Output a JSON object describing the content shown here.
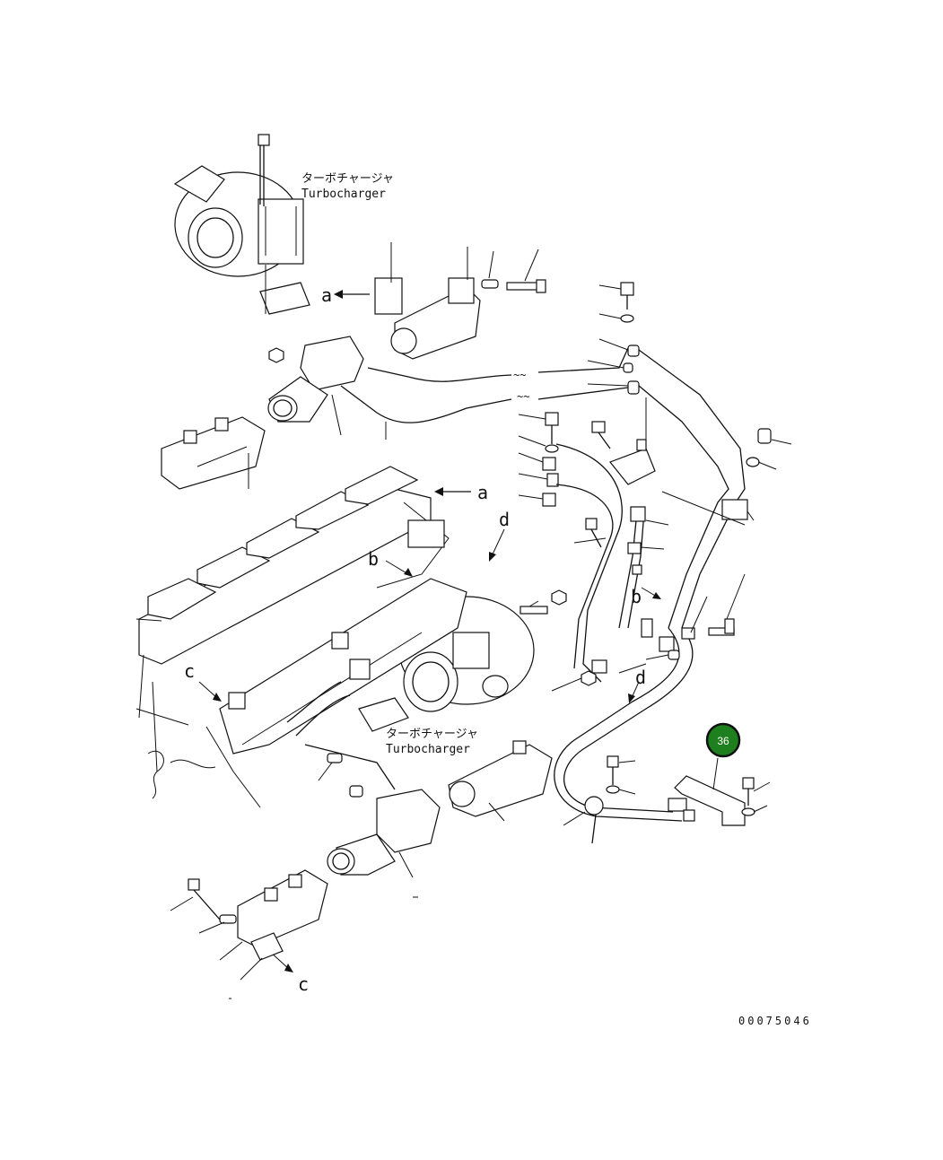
{
  "labels": {
    "turbo_top_jp": "ターボチャージャ",
    "turbo_top_en": "Turbocharger",
    "turbo_mid_jp": "ターボチャージャ",
    "turbo_mid_en": "Turbocharger",
    "ref_a_1": "a",
    "ref_a_2": "a",
    "ref_b_1": "b",
    "ref_b_2": "b",
    "ref_c_1": "c",
    "ref_c_2": "c",
    "ref_d_1": "d",
    "ref_d_2": "d"
  },
  "callout": {
    "number": "36",
    "color": "#1e7f1e"
  },
  "drawing_number": "00075046"
}
